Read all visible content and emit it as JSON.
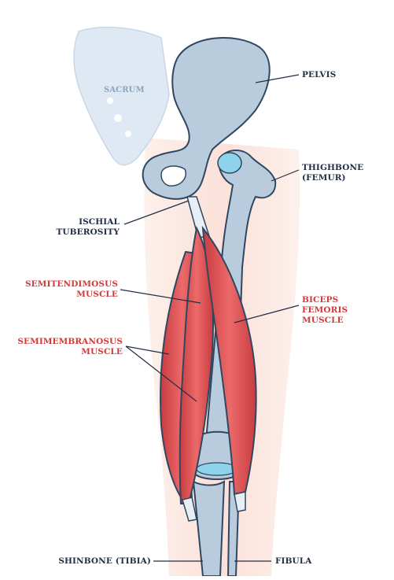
{
  "labels": {
    "sacrum": "SACRUM",
    "pelvis": "PELVIS",
    "thighbone_line1": "THIGHBONE",
    "thighbone_line2": "(FEMUR)",
    "ischial_line1": "ISCHIAL",
    "ischial_line2": "TUBEROSITY",
    "semitendinosus_line1": "SEMITENDIMOSUS",
    "semitendinosus_line2": "MUSCLE",
    "semimembranosus_line1": "SEMIMEMBRANOSUS",
    "semimembranosus_line2": "MUSCLE",
    "biceps_line1": "BICEPS",
    "biceps_line2": "FEMORIS",
    "biceps_line3": "MUSCLE",
    "shinbone": "SHINBONE (TIBIA)",
    "fibula": "FIBULA"
  },
  "colors": {
    "bone": "#b9ccdd",
    "bone_outline": "#2f4760",
    "cartilage": "#8fd2ec",
    "muscle": "#e5585a",
    "muscle_dark": "#c23a3d",
    "skin": "#fbe3dc",
    "label_dark": "#1f2e45",
    "label_red": "#d23a3a"
  }
}
